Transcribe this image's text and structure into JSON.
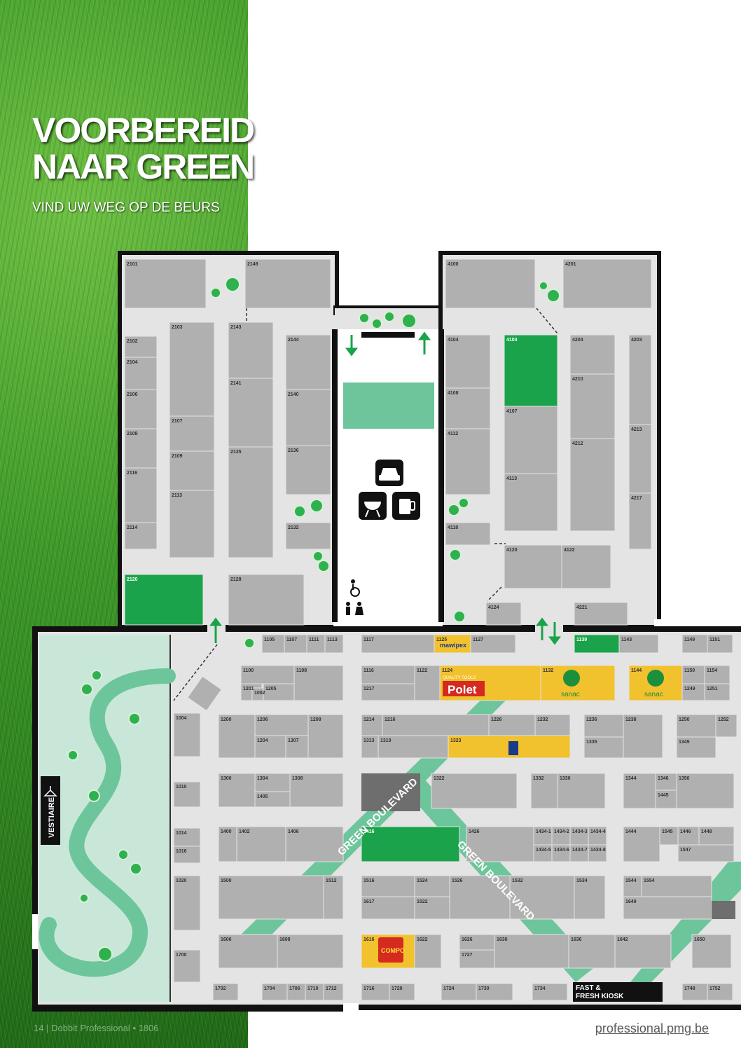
{
  "header": {
    "title_line1": "VOORBEREID",
    "title_line2": "NAAR GREEN",
    "subtitle": "VIND UW WEG OP DE BEURS"
  },
  "footer": {
    "left": "14 | Dobbit Professional • 1806",
    "right": "professional.pmg.be"
  },
  "colors": {
    "wall": "#111111",
    "floor": "#e4e4e4",
    "booth": "#b0b0b0",
    "booth_green": "#1aa34a",
    "booth_yellow": "#f2c12e",
    "boulevard": "#6dc59c",
    "lawn": "#c9e7d8",
    "arrow": "#1aa34a"
  },
  "map": {
    "legend": {
      "vestiaire": "VESTIAIRE",
      "boulevard": "GREEN BOULEVARD",
      "kiosk_line1": "FAST &",
      "kiosk_line2": "FRESH KIOSK",
      "brand_mawipex": "mawipex",
      "brand_polet": "Polet",
      "brand_polet_tag": "QUALITY TOOLS",
      "brand_sanac": "sanac",
      "brand_compo": "COMPO"
    },
    "icons": [
      "car-icon",
      "barbecue-icon",
      "beer-icon",
      "wheelchair-icon",
      "toilet-icon",
      "coat-hanger-icon"
    ],
    "booths": [
      "2101",
      "2149",
      "2102",
      "2103",
      "2104",
      "2106",
      "2107",
      "2108",
      "2109",
      "2113",
      "2114",
      "2116",
      "2120",
      "2128",
      "2132",
      "2135",
      "2136",
      "2140",
      "2141",
      "2143",
      "2144",
      "4100",
      "4201",
      "4103",
      "4104",
      "4107",
      "4108",
      "4112",
      "4113",
      "4118",
      "4120",
      "4122",
      "4124",
      "4203",
      "4204",
      "4210",
      "4212",
      "4213",
      "4217",
      "4221",
      "1105",
      "1107",
      "1111",
      "1113",
      "1117",
      "1125",
      "1127",
      "1139",
      "1143",
      "1149",
      "1151",
      "1100",
      "1108",
      "1201",
      "1002",
      "1205",
      "1116",
      "1122",
      "1217",
      "1124",
      "1132",
      "1144",
      "1150",
      "1154",
      "1249",
      "1251",
      "1004",
      "1200",
      "1206",
      "1208",
      "1204",
      "1307",
      "1214",
      "1216",
      "1226",
      "1232",
      "1236",
      "1238",
      "1250",
      "1252",
      "1313",
      "1319",
      "1323",
      "1335",
      "1349",
      "1010",
      "1300",
      "1304",
      "1308",
      "1405",
      "1322",
      "1332",
      "1336",
      "1344",
      "1346",
      "1350",
      "1445",
      "1014",
      "1016",
      "1400",
      "1402",
      "1406",
      "1416",
      "1426",
      "1434-1",
      "1434-2",
      "1434-3",
      "1434-4",
      "1434-5",
      "1434-6",
      "1434-7",
      "1434-8",
      "1444",
      "1545",
      "1446",
      "1448",
      "1547",
      "1020",
      "1500",
      "1512",
      "1516",
      "1524",
      "1526",
      "1532",
      "1534",
      "1544",
      "1554",
      "1617",
      "1522",
      "1649",
      "1700",
      "1606",
      "1608",
      "1616",
      "1622",
      "1626",
      "1630",
      "1636",
      "1642",
      "1650",
      "1727",
      "1702",
      "1704",
      "1706",
      "1710",
      "1712",
      "1716",
      "1720",
      "1724",
      "1730",
      "1734",
      "1748",
      "1752"
    ]
  }
}
